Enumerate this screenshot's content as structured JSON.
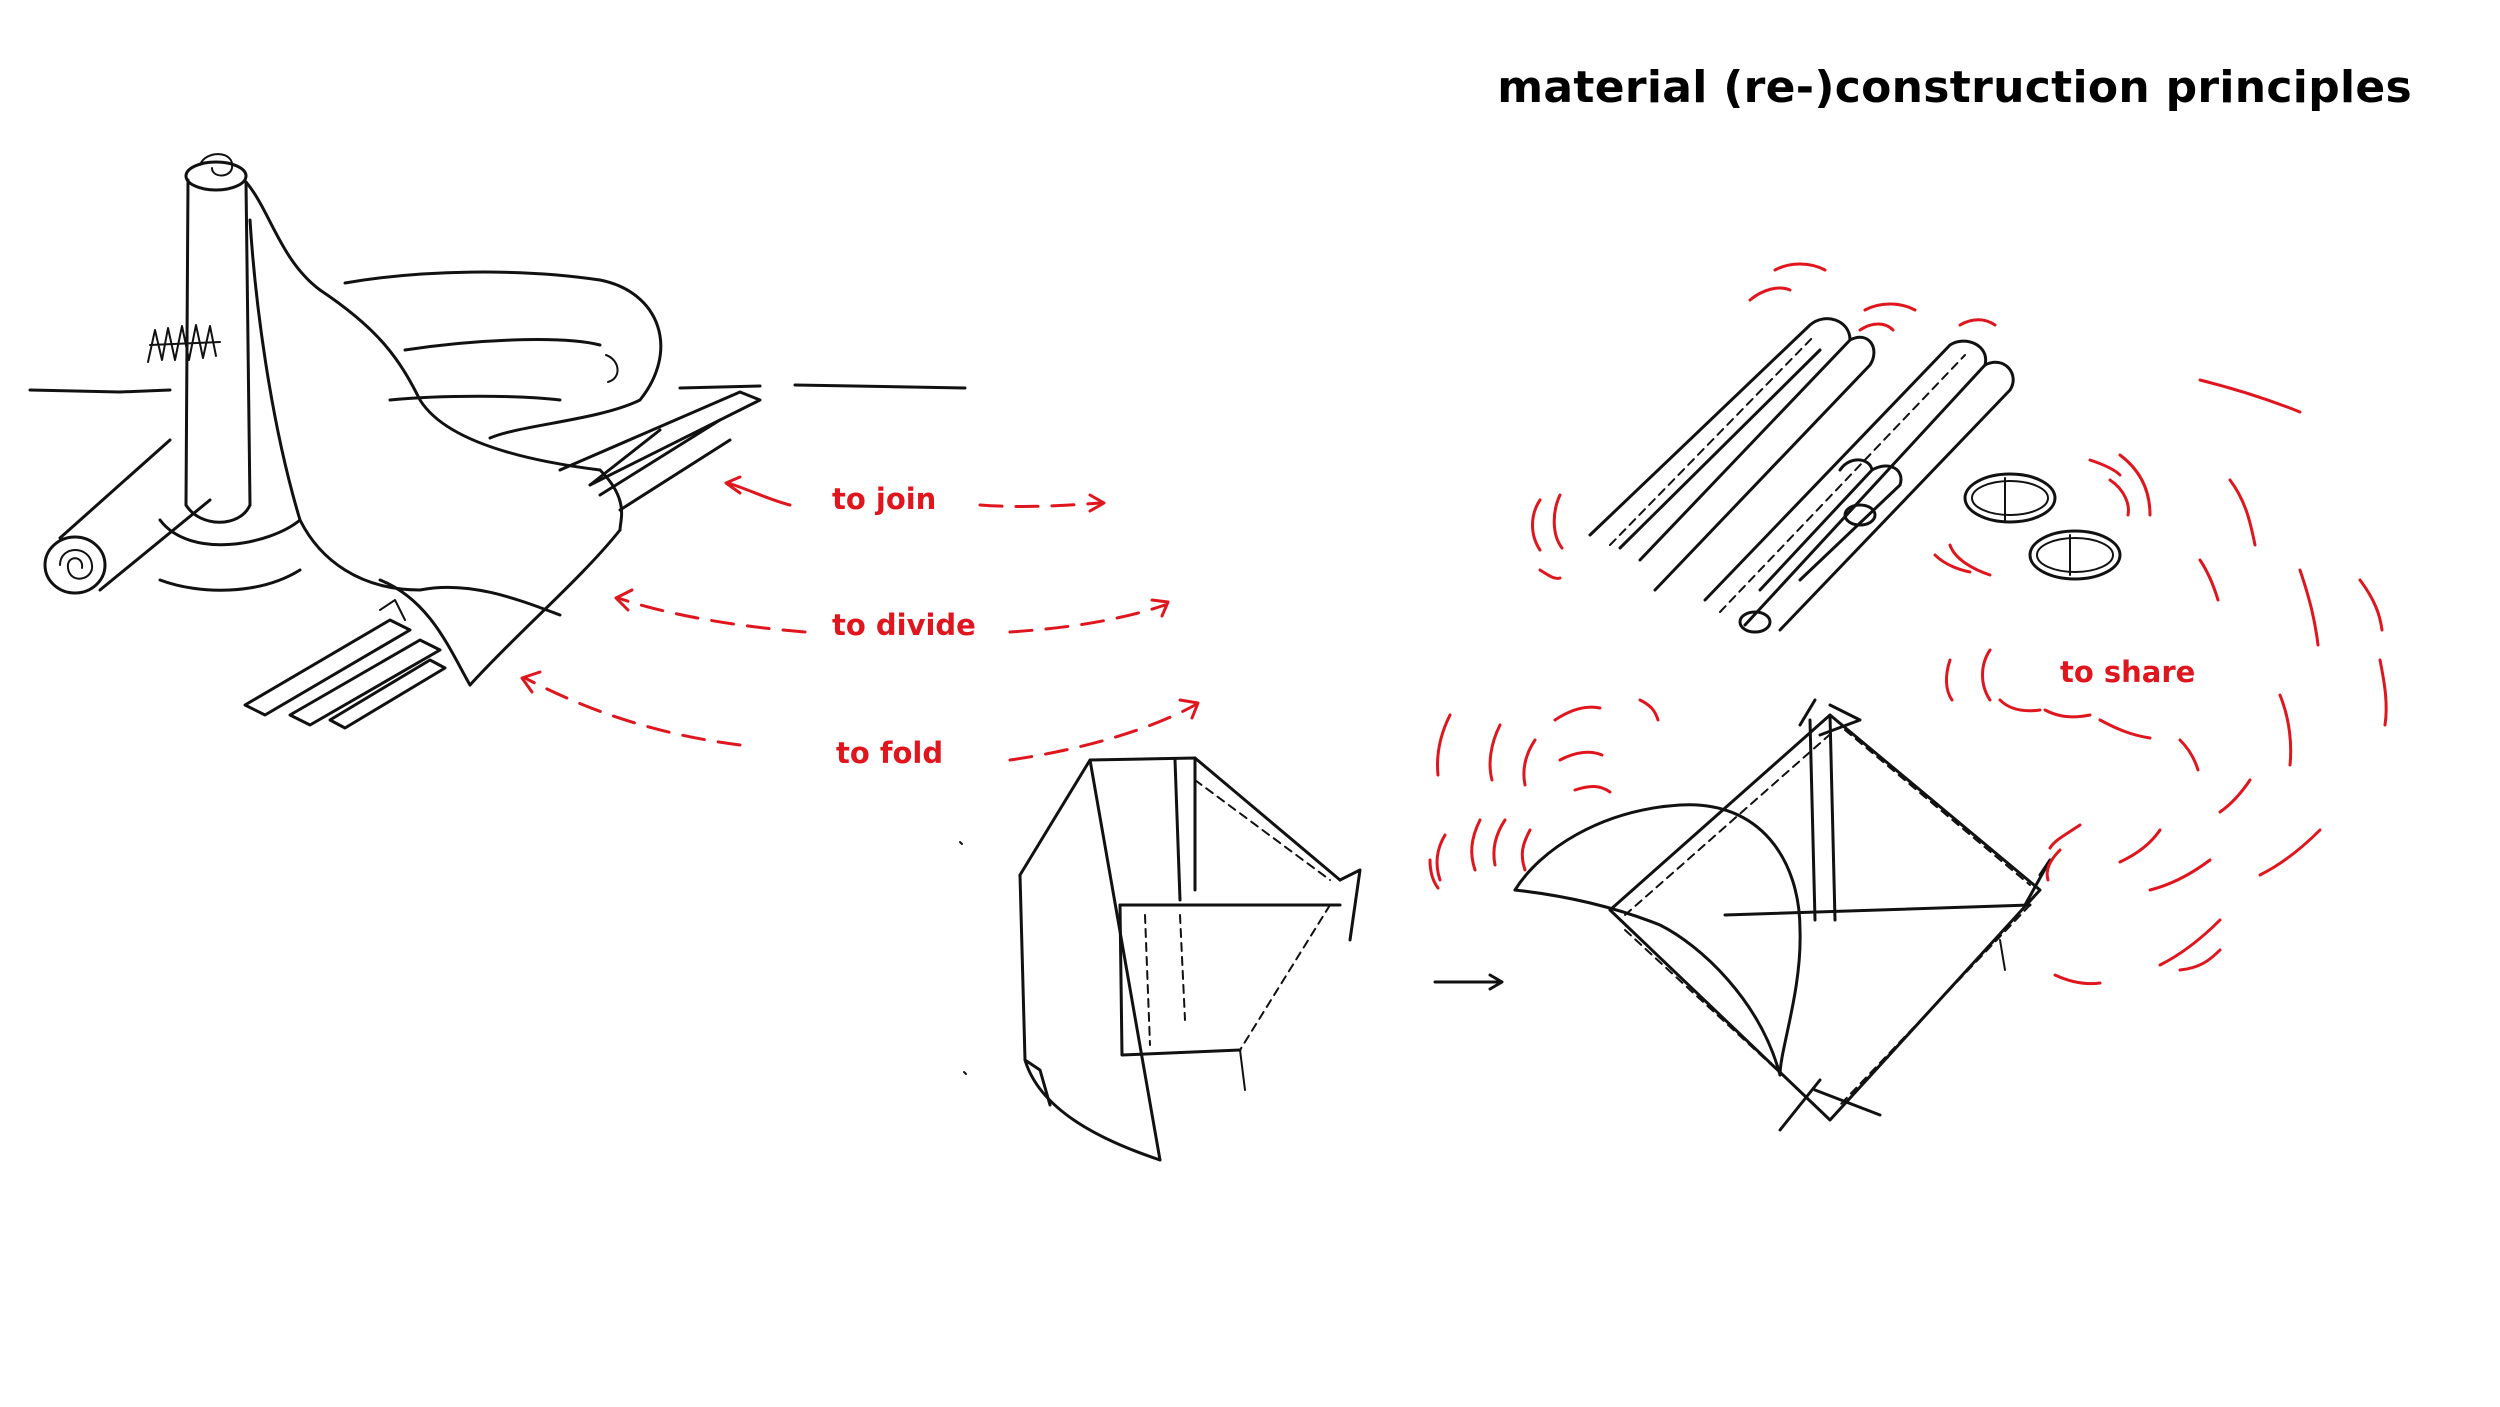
{
  "title": "material (re-)construction principles",
  "labels": {
    "join": "to join",
    "divide": "to divide",
    "fold": "to fold",
    "share": "to share"
  },
  "colors": {
    "ink": "#111111",
    "accent": "#e0161e",
    "background": "#ffffff"
  }
}
